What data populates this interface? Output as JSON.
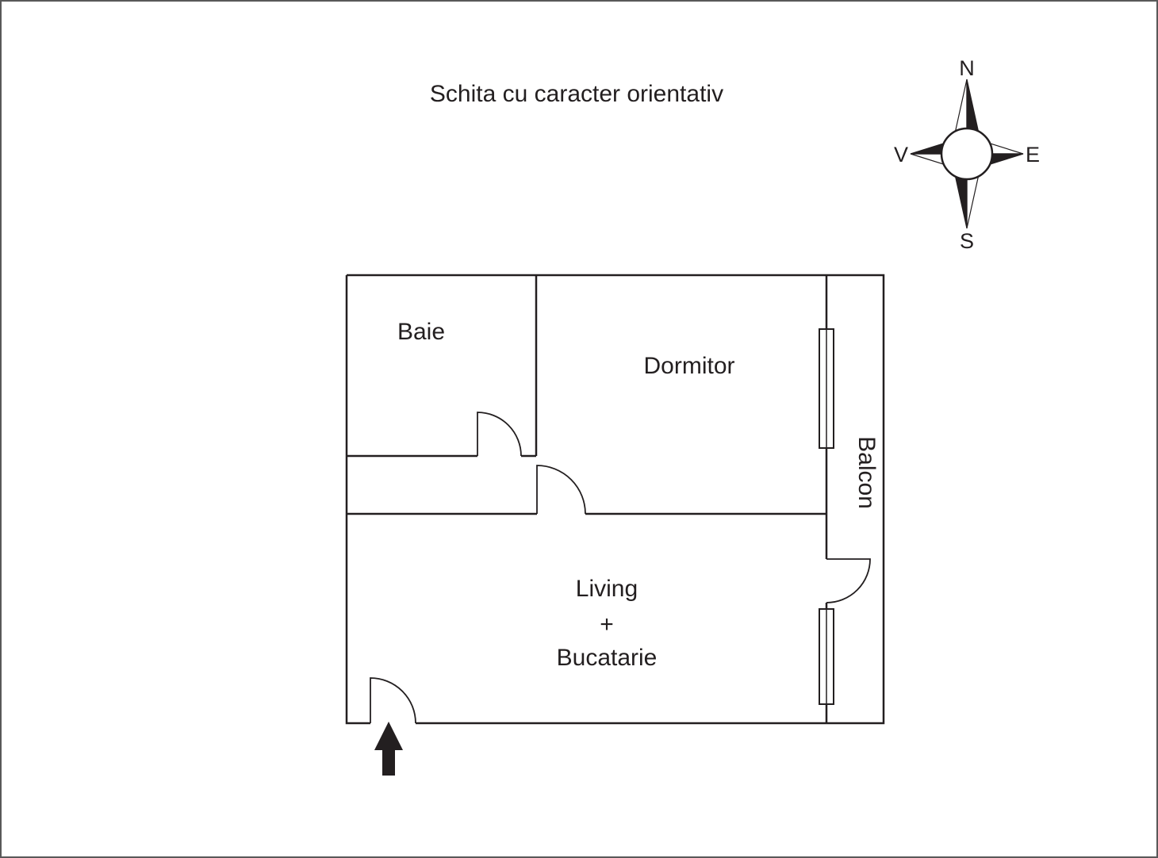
{
  "page": {
    "title": "Schita cu caracter orientativ",
    "background": "#ffffff",
    "line_color": "#231f20",
    "border_color": "#595959"
  },
  "compass": {
    "north": "N",
    "east": "E",
    "south": "S",
    "west": "V"
  },
  "rooms": {
    "baie": "Baie",
    "dormitor": "Dormitor",
    "balcon": "Balcon",
    "living": {
      "line1": "Living",
      "line2": "+",
      "line3": "Bucatarie"
    }
  }
}
